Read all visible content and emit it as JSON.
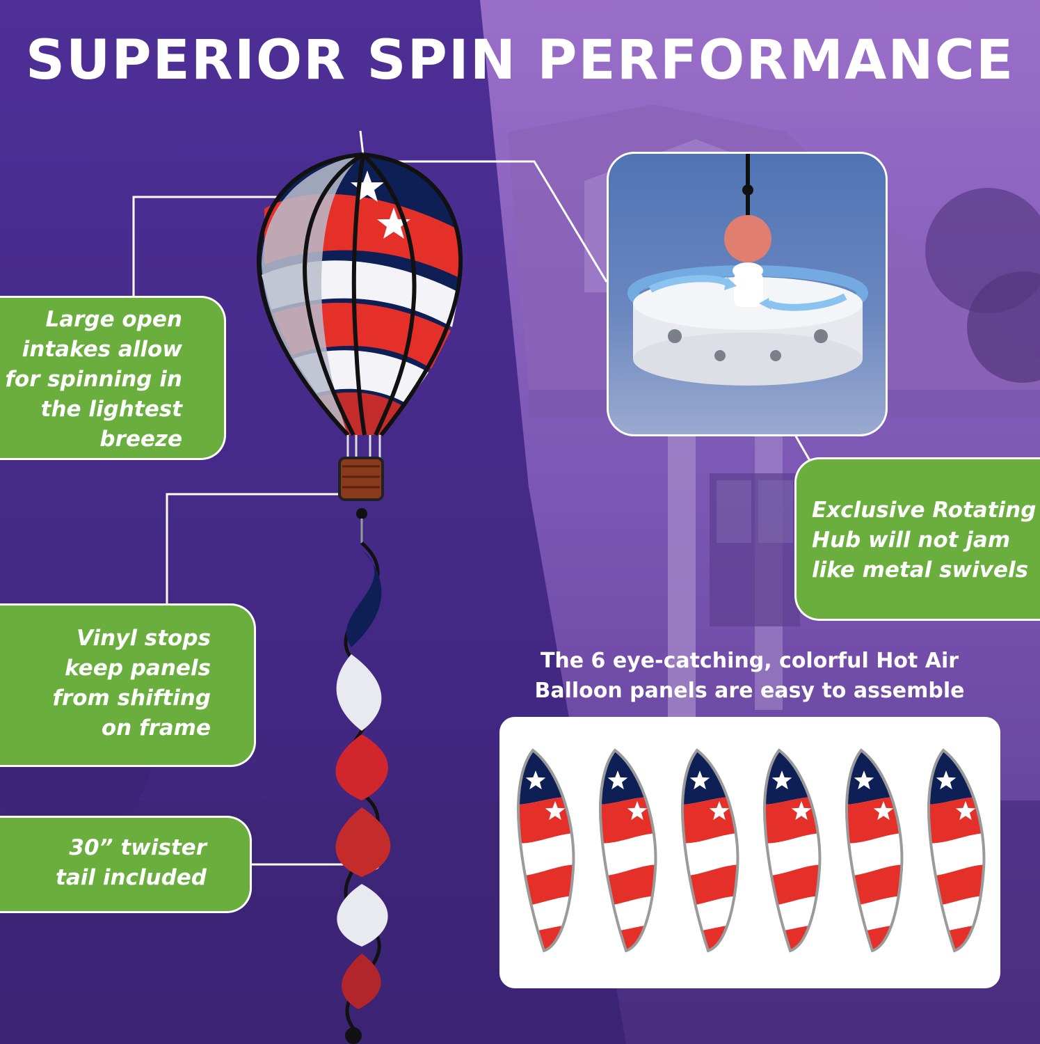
{
  "title": "SUPERIOR SPIN PERFORMANCE",
  "callouts": {
    "intakes": [
      "Large open",
      "intakes allow",
      "for spinning in",
      "the lightest",
      "breeze"
    ],
    "hub": [
      "Exclusive Rotating",
      "Hub will not jam",
      "like metal swivels"
    ],
    "vinyl": [
      "Vinyl stops",
      "keep panels",
      "from shifting",
      "on frame"
    ],
    "tail": [
      "30” twister",
      "tail included"
    ]
  },
  "panels_caption": [
    "The 6 eye-catching, colorful Hot Air",
    "Balloon panels are easy to assemble"
  ],
  "panel_count": 6,
  "colors": {
    "background_purple": "#4a2f8e",
    "callout_green": "#6aae3e",
    "flag_red": "#e5302a",
    "flag_navy": "#0e1f55",
    "white": "#ffffff"
  },
  "icons": [
    "hot-air-balloon-spinner",
    "rotating-hub",
    "twister-tail",
    "flag-panel"
  ]
}
